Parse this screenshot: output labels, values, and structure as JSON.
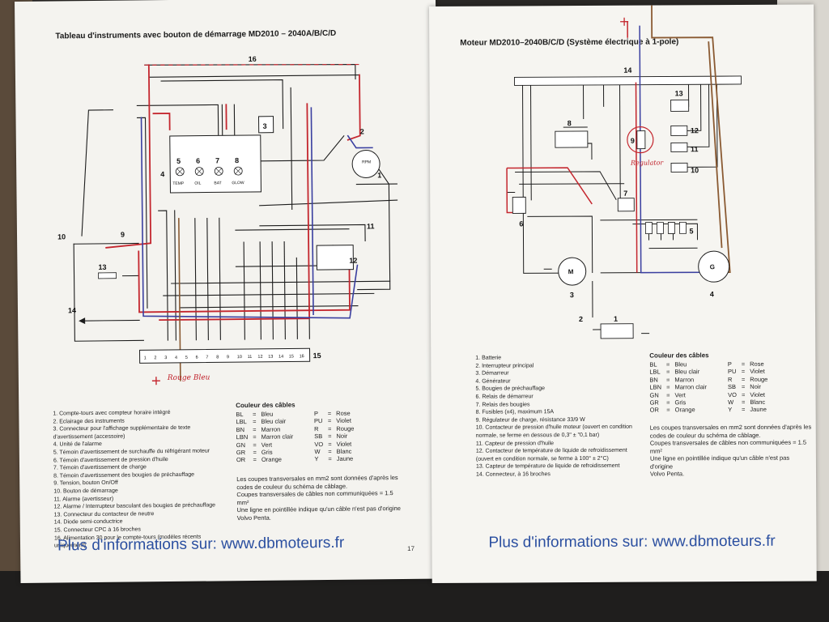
{
  "left_sheet": {
    "title": "Tableau d'instruments avec bouton de démarrage MD2010 – 2040A/B/C/D",
    "legend": [
      "1.  Compte-tours avec compteur horaire intégré",
      "2.  Eclairage des instruments",
      "3.  Connecteur pour l'affichage supplémentaire de texte",
      "     d'avertissement (accessoire)",
      "4.  Unité de l'alarme",
      "5.  Témoin d'avertissement de surchauffe du réfrigérant moteur",
      "6.  Témoin d'avertissement de pression d'huile",
      "7.  Témoin d'avertissement de charge",
      "8.  Témoin d'avertissement des bougies de préchauffage",
      "9.  Tension, bouton On/Off",
      "10. Bouton de démarrage",
      "11. Alarme (avertisseur)",
      "12. Alarme / Interrupteur basculant des bougies de préchauffage",
      "13. Connecteur du contacteur de neutre",
      "14. Diode semi-conductrice",
      "15. Connecteur CPC à 16 broches",
      "16. Alimentation 30 pour le compte-tours (modèles récents",
      "     uniquement)"
    ],
    "notes": [
      "Les coupes transversales en mm2 sont données d'après les",
      "codes de couleur du schéma de câblage.",
      "Coupes transversales de câbles non communiquées = 1.5",
      "mm²",
      "Une ligne en pointillée indique qu'un câble n'est pas d'origine",
      "Volvo Penta."
    ],
    "footer": "Plus d'informations sur: www.dbmoteurs.fr",
    "page_number": "17",
    "handwritten": "Rouge Bleu",
    "diagram_labels": {
      "n16": "16",
      "n3": "3",
      "n2": "2",
      "n1": "1",
      "n4": "4",
      "n5": "5",
      "n6": "6",
      "n7": "7",
      "n8": "8",
      "n10": "10",
      "n9": "9",
      "n11": "11",
      "n12": "12",
      "n13": "13",
      "n14": "14",
      "n15": "15",
      "temp": "TEMP",
      "oil": "OIL",
      "bat": "BAT",
      "glow": "GLOW",
      "rpm": "RPM",
      "pins": [
        "1",
        "2",
        "3",
        "4",
        "5",
        "6",
        "7",
        "8",
        "9",
        "10",
        "11",
        "12",
        "13",
        "14",
        "15",
        "16"
      ]
    }
  },
  "right_sheet": {
    "title": "Moteur MD2010–2040B/C/D (Système électrique à 1-pole)",
    "legend": [
      "1.  Batterie",
      "2.  Interrupteur principal",
      "3.  Démarreur",
      "4.  Générateur",
      "5.  Bougies de préchauffage",
      "6.  Relais de démarreur",
      "7.  Relais des bougies",
      "8.  Fusibles (x4), maximum 15A",
      "9.  Régulateur de charge, résistance 33/9 W",
      "10. Contacteur de pression d'huile moteur (ouvert en condition",
      "     normale, se ferme en dessous de 0,3\" ± \"0,1 bar)",
      "11. Capteur de pression d'huile",
      "12. Contacteur de température de liquide de refroidissement",
      "     (ouvert en condition normale, se ferme à 100° ± 2°C)",
      "13. Capteur de température de liquide de refroidissement",
      "14. Connecteur, à 16 broches"
    ],
    "notes": [
      "Les coupes transversales en mm2 sont données d'après les",
      "codes de couleur du schéma de câblage.",
      "Coupes transversales de câbles non communiquées = 1.5",
      "mm²",
      "Une ligne en pointillée indique qu'un câble n'est pas d'origine",
      "Volvo Penta."
    ],
    "footer": "Plus d'informations sur: www.dbmoteurs.fr",
    "handwritten": "Regulator",
    "diagram_labels": {
      "n14": "14",
      "n13": "13",
      "n12": "12",
      "n11": "11",
      "n10": "10",
      "n9": "9",
      "n8": "8",
      "n7": "7",
      "n6": "6",
      "n5": "5",
      "n4": "4",
      "n3": "3",
      "n2": "2",
      "n1": "1",
      "m": "M",
      "g": "G"
    }
  },
  "color_table": {
    "heading": "Couleur des câbles",
    "rows": [
      [
        "BL",
        "=",
        "Bleu",
        "P",
        "=",
        "Rose"
      ],
      [
        "LBL",
        "=",
        "Bleu clair",
        "PU",
        "=",
        "Violet"
      ],
      [
        "BN",
        "=",
        "Marron",
        "R",
        "=",
        "Rouge"
      ],
      [
        "LBN",
        "=",
        "Marron clair",
        "SB",
        "=",
        "Noir"
      ],
      [
        "GN",
        "=",
        "Vert",
        "VO",
        "=",
        "Violet"
      ],
      [
        "GR",
        "=",
        "Gris",
        "W",
        "=",
        "Blanc"
      ],
      [
        "OR",
        "=",
        "Orange",
        "Y",
        "=",
        "Jaune"
      ]
    ]
  },
  "colors": {
    "wire_black": "#1c1c1c",
    "wire_red": "#c4262e",
    "wire_blue": "#3a3fa0",
    "wire_brown": "#8a5a32",
    "footer_blue": "#2b4fa0"
  }
}
